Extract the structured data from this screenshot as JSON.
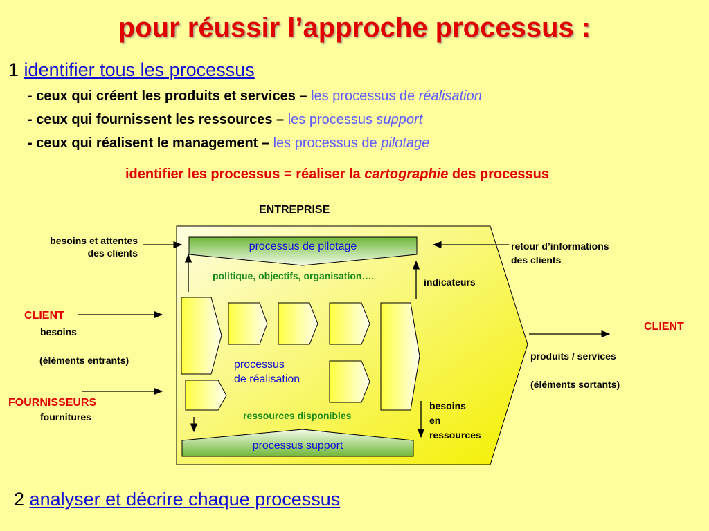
{
  "title": "pour réussir l’approche processus :",
  "section1": {
    "num": "1",
    "heading": "identifier tous les processus"
  },
  "bullets": [
    {
      "prefix": "- ceux qui créent les produits et services –",
      "colored": "les processus de",
      "italic": "réalisation"
    },
    {
      "prefix": "- ceux qui fournissent les ressources –",
      "colored": "les processus",
      "italic": "support"
    },
    {
      "prefix": "- ceux qui réalisent le management –",
      "colored": "les processus de",
      "italic": "pilotage"
    }
  ],
  "cartography": {
    "before": "identifier les processus = réaliser la",
    "italic": "cartographie",
    "after": "des processus"
  },
  "diagram": {
    "entreprise": "ENTREPRISE",
    "besoins_attentes_1": "besoins et attentes",
    "besoins_attentes_2": "des clients",
    "pilotage": "processus de pilotage",
    "retour_1": "retour d’informations",
    "retour_2": "des clients",
    "politique": "politique, objectifs, organisation….",
    "indicateurs": "indicateurs",
    "client_left": "CLIENT",
    "besoins": "besoins",
    "elements_entrants": "(éléments entrants)",
    "client_right": "CLIENT",
    "produits_services": "produits / services",
    "elements_sortants": "(éléments sortants)",
    "realisation_1": "processus",
    "realisation_2": "de réalisation",
    "fournisseurs": "FOURNISSEURS",
    "fournitures": "fournitures",
    "ressources_disponibles": "ressources disponibles",
    "besoins_en_1": "besoins",
    "besoins_en_2": "en",
    "besoins_en_3": "ressources",
    "support": "processus support"
  },
  "section2": {
    "num": "2",
    "heading": "analyser et décrire chaque processus"
  },
  "colors": {
    "background": "#fefe9c",
    "title_red": "#e00000",
    "heading_blue": "#1010d0",
    "light_blue": "#5b5bff",
    "green": "#1a8a1a"
  }
}
